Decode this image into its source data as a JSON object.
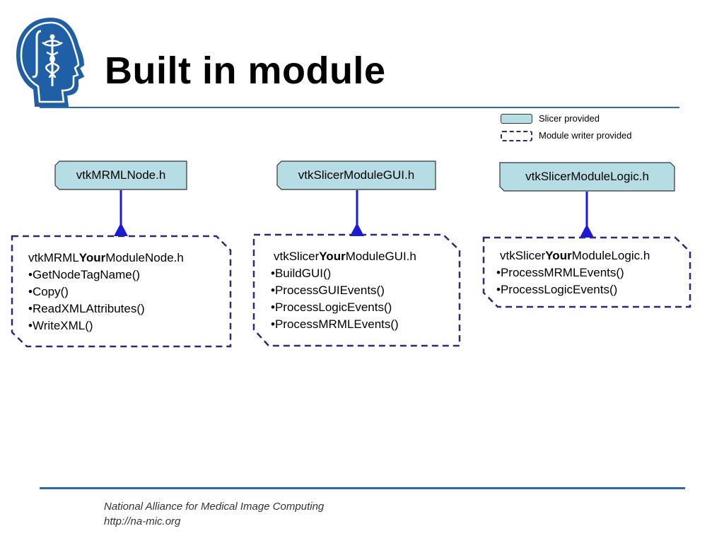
{
  "slide": {
    "title": "Built in module"
  },
  "legend": {
    "slicer_provided": "Slicer provided",
    "module_writer_provided": "Module writer provided"
  },
  "colors": {
    "header_fill": "#b6dde4",
    "connector": "#1a1ad8",
    "dashed_border": "#2a2a7a",
    "rule": "#2c6aa8"
  },
  "headers": [
    {
      "label": "vtkMRMLNode.h"
    },
    {
      "label": "vtkSlicerModuleGUI.h"
    },
    {
      "label": "vtkSlicerModuleLogic.h"
    }
  ],
  "modules": [
    {
      "prefix": "vtkMRML",
      "emphasis": "Your",
      "suffix": "ModuleNode.h",
      "methods": [
        "•GetNodeTagName()",
        "•Copy()",
        "•ReadXMLAttributes()",
        "•WriteXML()"
      ]
    },
    {
      "prefix": "vtkSlicer",
      "emphasis": "Your",
      "suffix": "ModuleGUI.h",
      "methods": [
        "•BuildGUI()",
        "•ProcessGUIEvents()",
        "•ProcessLogicEvents()",
        "•ProcessMRMLEvents()"
      ]
    },
    {
      "prefix": "vtkSlicer",
      "emphasis": "Your",
      "suffix": "ModuleLogic.h",
      "methods": [
        "•ProcessMRMLEvents()",
        "•ProcessLogicEvents()"
      ]
    }
  ],
  "footer": {
    "line1": "National Alliance for Medical Image Computing",
    "line2": "http://na-mic.org"
  }
}
